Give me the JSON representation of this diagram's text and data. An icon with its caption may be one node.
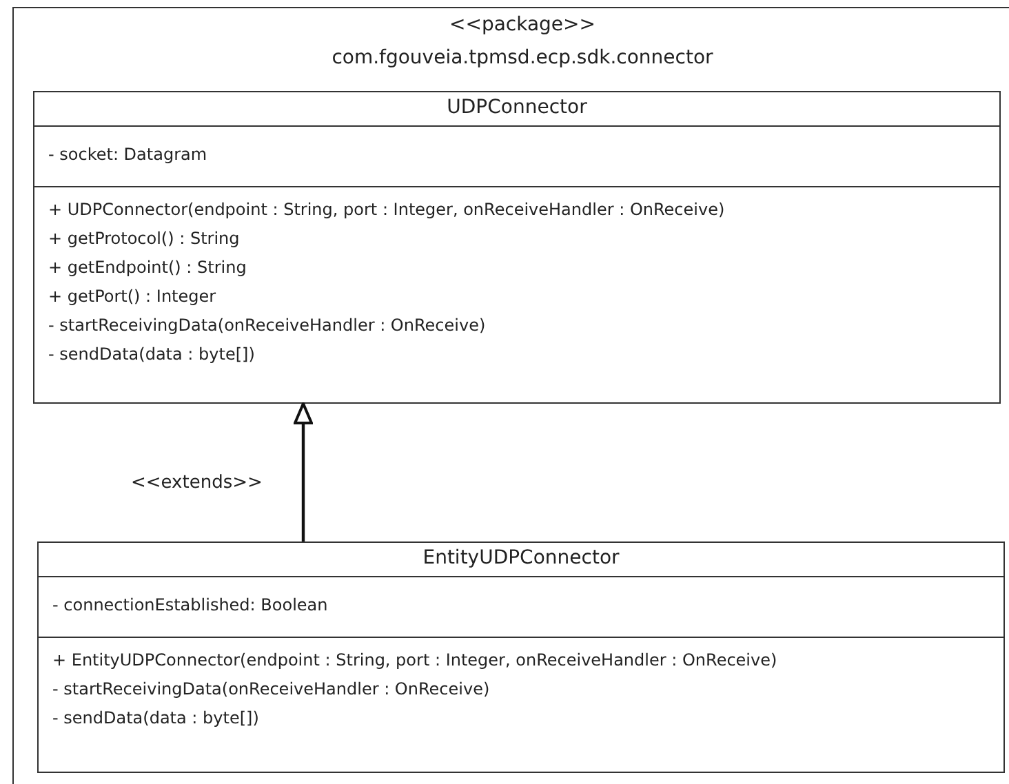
{
  "diagram": {
    "nodes": [
      {
        "text": [
          "<<package>>",
          "com.fgouveia.tpmsd.ecp.sdk.connector"
        ]
      },
      {
        "text": [
          "UDPConnector"
        ],
        "in": 0
      },
      {
        "text": [
          "- socket: Datagram"
        ],
        "in": 1
      },
      {
        "text": [
          "+ UDPConnector(endpoint : String, port : Integer, onReceiveHandler : OnReceive)",
          "+ getProtocol() : String",
          "+ getEndpoint() : String",
          "+ getPort() : Integer",
          "- startReceivingData(onReceiveHandler : OnReceive)",
          "- sendData(data : byte[])"
        ],
        "in": 1
      },
      {
        "text": [
          "EntityUDPConnector"
        ],
        "in": 0
      },
      {
        "text": [
          "- connectionEstablished: Boolean"
        ],
        "in": 4
      },
      {
        "text": [
          "+ EntityUDPConnector(endpoint : String, port : Integer, onReceiveHandler : OnReceive)",
          "- startReceivingData(onReceiveHandler : OnReceive)",
          "- sendData(data : byte[])"
        ],
        "in": 4
      }
    ],
    "edges": [
      {
        "from": 4,
        "to": 1,
        "arrow": "to"
      }
    ],
    "labels": [
      "<<extends>>"
    ]
  }
}
